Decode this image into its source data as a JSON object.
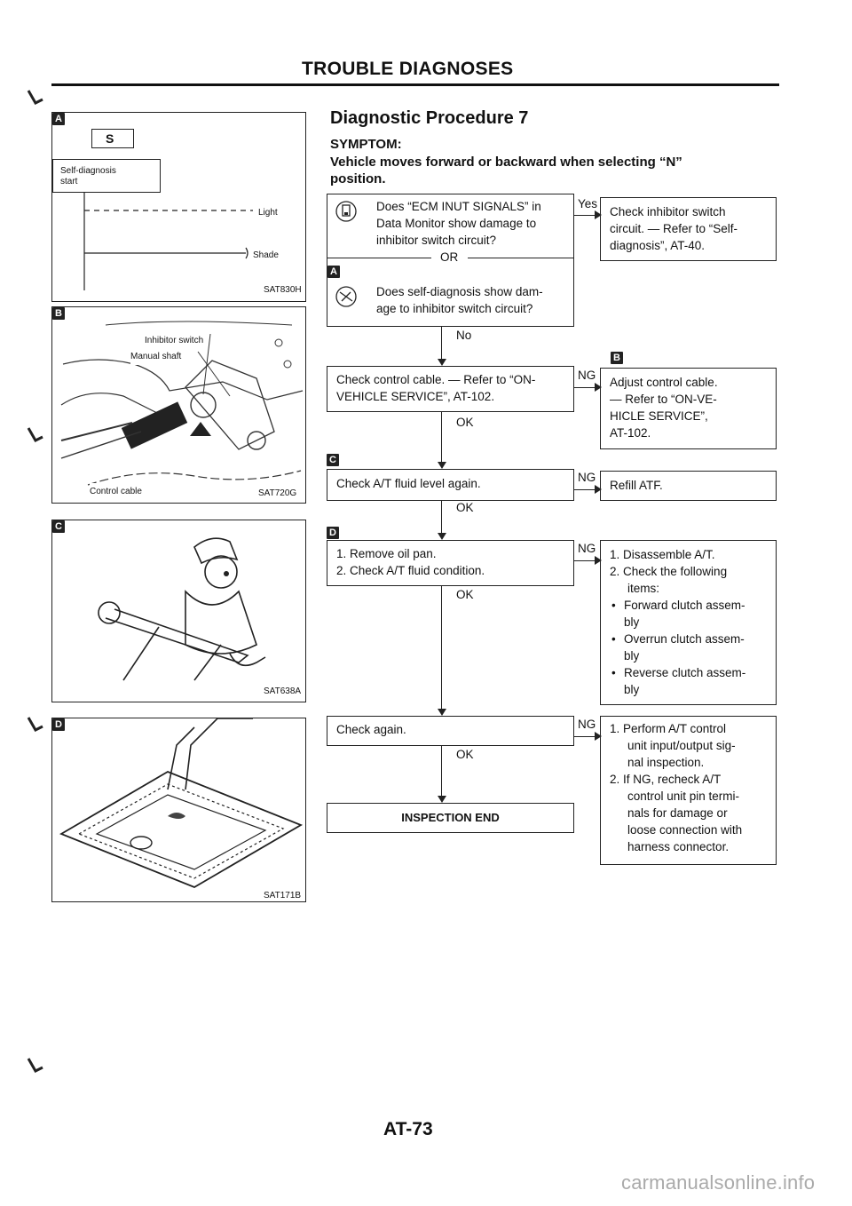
{
  "header": {
    "title": "TROUBLE DIAGNOSES"
  },
  "procedure": {
    "title": "Diagnostic Procedure 7",
    "symptom_label": "SYMPTOM:",
    "symptom_text_1": "Vehicle moves forward or backward when selecting “N”",
    "symptom_text_2": "position."
  },
  "left": {
    "fig_a": {
      "marker": "A",
      "s_label": "S",
      "self_diag_1": "Self-diagnosis",
      "self_diag_2": "start",
      "light": "Light",
      "shade": "Shade",
      "code": "SAT830H"
    },
    "fig_b": {
      "marker": "B",
      "inhibitor": "Inhibitor switch",
      "manual_shaft": "Manual shaft",
      "control_cable": "Control cable",
      "code": "SAT720G"
    },
    "fig_c": {
      "marker": "C",
      "code": "SAT638A"
    },
    "fig_d": {
      "marker": "D",
      "code": "SAT171B"
    }
  },
  "flow": {
    "q1_line1": "Does “ECM INUT SIGNALS” in",
    "q1_line2": "Data Monitor show damage to",
    "q1_line3": "inhibitor switch circuit?",
    "or": "OR",
    "q1_marker": "A",
    "q2_line1": "Does self-diagnosis show dam-",
    "q2_line2": "age to inhibitor switch circuit?",
    "yes": "Yes",
    "r1_line1": "Check inhibitor switch",
    "r1_line2": "circuit. — Refer to “Self-",
    "r1_line3": "diagnosis”, AT-40.",
    "no": "No",
    "b_marker": "B",
    "s2_line1": "Check control cable. — Refer to “ON-",
    "s2_line2": "VEHICLE SERVICE”, AT-102.",
    "ng1": "NG",
    "r2_line1": "Adjust control cable.",
    "r2_line2": "— Refer to “ON-VE-",
    "r2_line3": "HICLE SERVICE”,",
    "r2_line4": "AT-102.",
    "ok1": "OK",
    "c_marker": "C",
    "s3": "Check A/T fluid level again.",
    "ng2": "NG",
    "r3": "Refill ATF.",
    "ok2": "OK",
    "d_marker": "D",
    "s4_line1": "1.  Remove oil pan.",
    "s4_line2": "2.  Check A/T fluid condition.",
    "ng3": "NG",
    "r4": {
      "l1": "1.  Disassemble A/T.",
      "l2": "2.  Check the following",
      "l3": "items:",
      "b1a": "Forward clutch assem-",
      "b1b": "bly",
      "b2a": "Overrun clutch assem-",
      "b2b": "bly",
      "b3a": "Reverse clutch assem-",
      "b3b": "bly"
    },
    "ok3": "OK",
    "s5": "Check again.",
    "ng4": "NG",
    "r5": {
      "l1": "1.  Perform A/T control",
      "l2": "unit input/output sig-",
      "l3": "nal inspection.",
      "l4": "2.  If NG, recheck A/T",
      "l5": "control unit pin termi-",
      "l6": "nals for damage or",
      "l7": "loose connection with",
      "l8": "harness connector."
    },
    "ok4": "OK",
    "end": "INSPECTION END"
  },
  "footer": {
    "page": "AT-73",
    "watermark": "carmanualsonline.info"
  }
}
